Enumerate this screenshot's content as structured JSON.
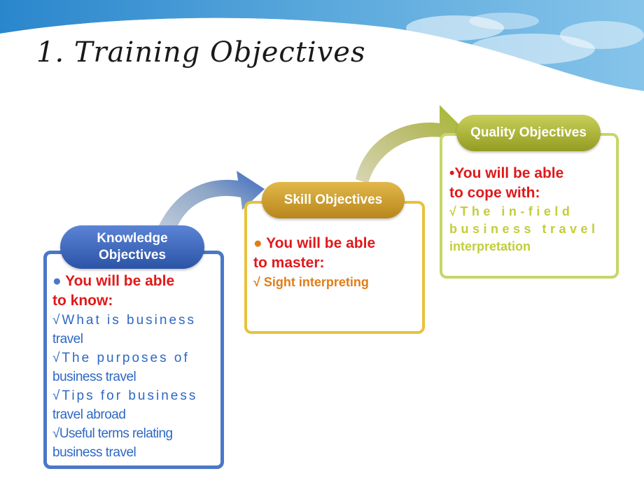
{
  "slide": {
    "title": "1. Training Objectives"
  },
  "knowledge": {
    "header_line1": "Knowledge",
    "header_line2": "Objectives",
    "lead_line1": "You will be able",
    "lead_line2": "to know:",
    "bullet": "●",
    "items": [
      {
        "line1": "√What is business",
        "line2": "travel"
      },
      {
        "line1": "√The purposes of",
        "line2": "business travel"
      },
      {
        "line1": "√Tips for business",
        "line2": "travel abroad"
      },
      {
        "line1": "√Useful terms relating",
        "line2": "business travel"
      }
    ]
  },
  "skill": {
    "header": "Skill Objectives",
    "bullet": "●",
    "lead_line1": "You will be able",
    "lead_line2": "to master:",
    "item": "√ Sight interpreting"
  },
  "quality": {
    "header": "Quality Objectives",
    "lead_line1": "•You will be able",
    "lead_line2": "to cope with:",
    "item_line1": "√The in-field",
    "item_line2": "business travel",
    "item_line3": "interpretation"
  },
  "colors": {
    "knowledge_blue": "#4a78c8",
    "skill_gold": "#e8c23c",
    "quality_green": "#c7d66a",
    "lead_red": "#e0191a"
  }
}
